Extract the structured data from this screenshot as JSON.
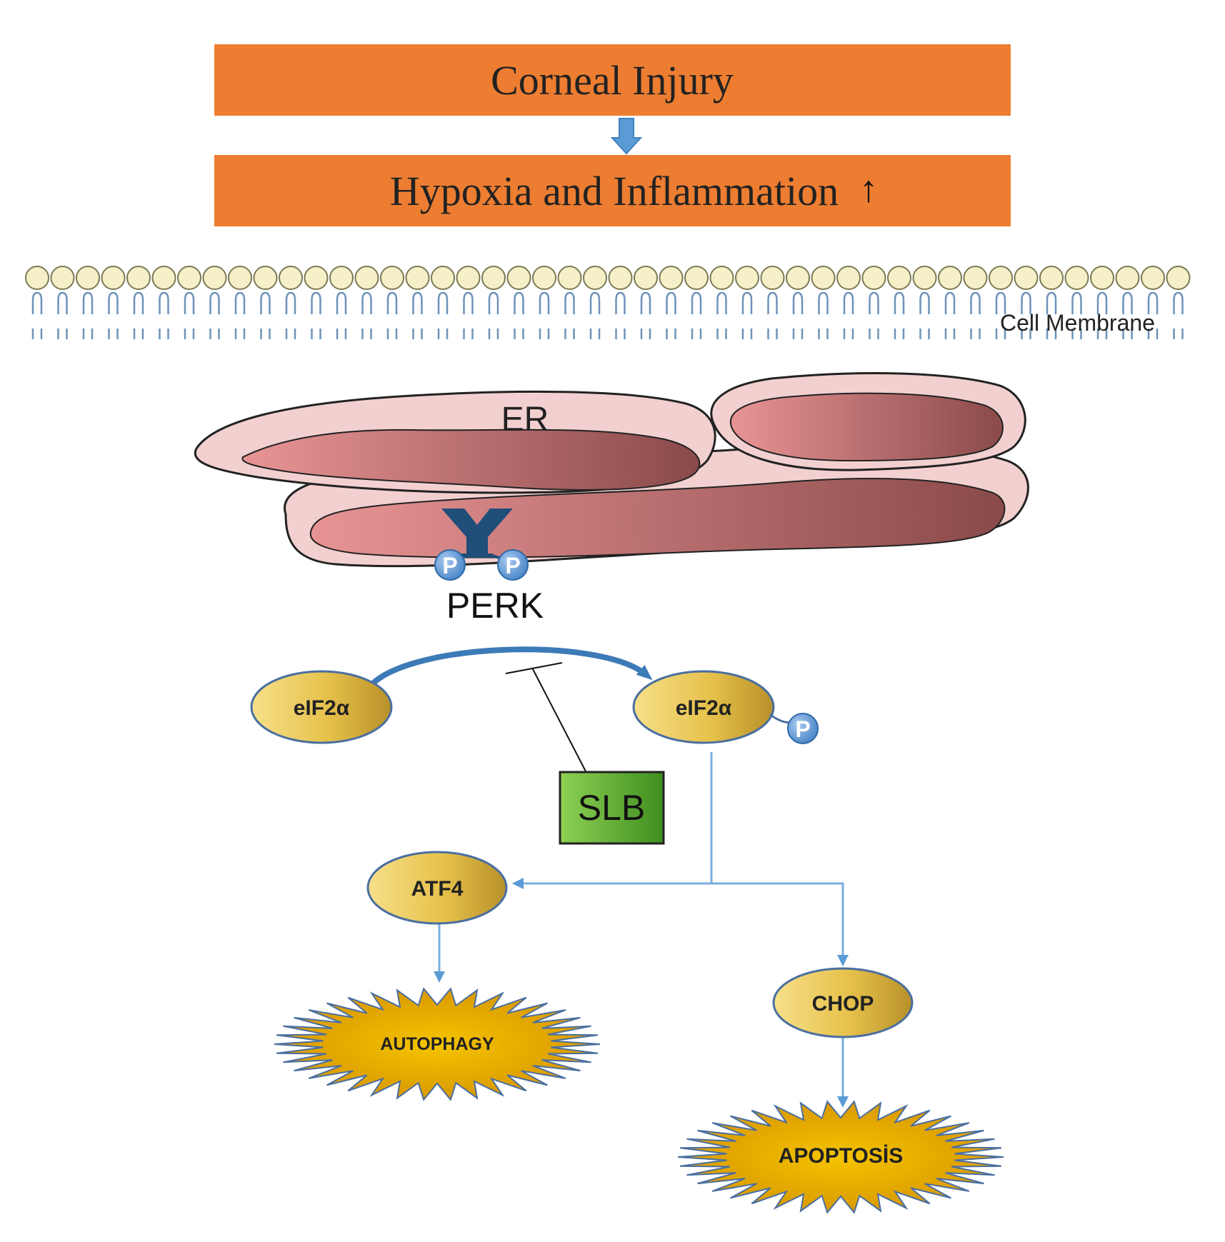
{
  "top_boxes": {
    "injury": "Corneal Injury",
    "hypoxia": "Hypoxia and Inflammation",
    "hypoxia_arrow": "↑"
  },
  "membrane_label": "Cell Membrane",
  "er_label": "ER",
  "perk_label": "PERK",
  "phospho_label": "P",
  "nodes": {
    "eif2a_left": "eIF2α",
    "eif2a_right": "eIF2α",
    "slb": "SLB",
    "atf4": "ATF4",
    "chop": "CHOP",
    "autophagy": "AUTOPHAGY",
    "apoptosis": "APOPTOSİS"
  },
  "colors": {
    "box_orange": "#ed7d31",
    "arrow_blue": "#5b9bd5",
    "er_pink": "#d97b7b",
    "er_light": "#f3d0d0",
    "perk_navy": "#1f4e79",
    "ellipse_gold": "#e8c24a",
    "slb_green": "#5fad2e",
    "star_gold": "#e6a800"
  }
}
